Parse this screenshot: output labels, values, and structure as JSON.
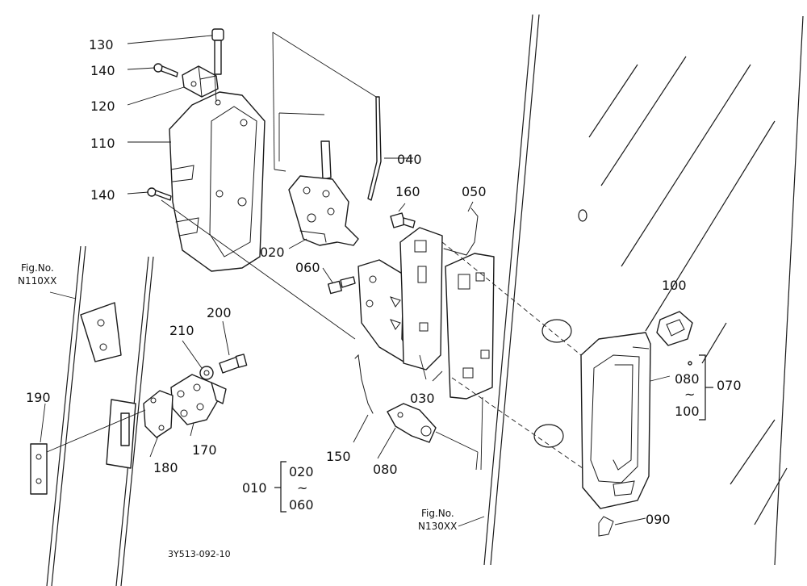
{
  "diagram": {
    "labels": {
      "p130": "130",
      "p140a": "140",
      "p120": "120",
      "p110": "110",
      "p140b": "140",
      "p040": "040",
      "p020": "020",
      "p160": "160",
      "p050": "050",
      "p060": "060",
      "p030": "030",
      "p100": "100",
      "p080a": "080",
      "p100b": "100",
      "p070": "070",
      "p090": "090",
      "p210": "210",
      "p200": "200",
      "p190": "190",
      "p180": "180",
      "p170": "170",
      "p150": "150",
      "p080b": "080",
      "p010": "010",
      "p020b": "020",
      "p060b": "060",
      "tilde1": "~",
      "tilde2": "~"
    },
    "refs": {
      "fig1_a": "Fig.No.",
      "fig1_b": "N110XX",
      "fig2_a": "Fig.No.",
      "fig2_b": "N130XX"
    },
    "code": "3Y513-092-10"
  }
}
